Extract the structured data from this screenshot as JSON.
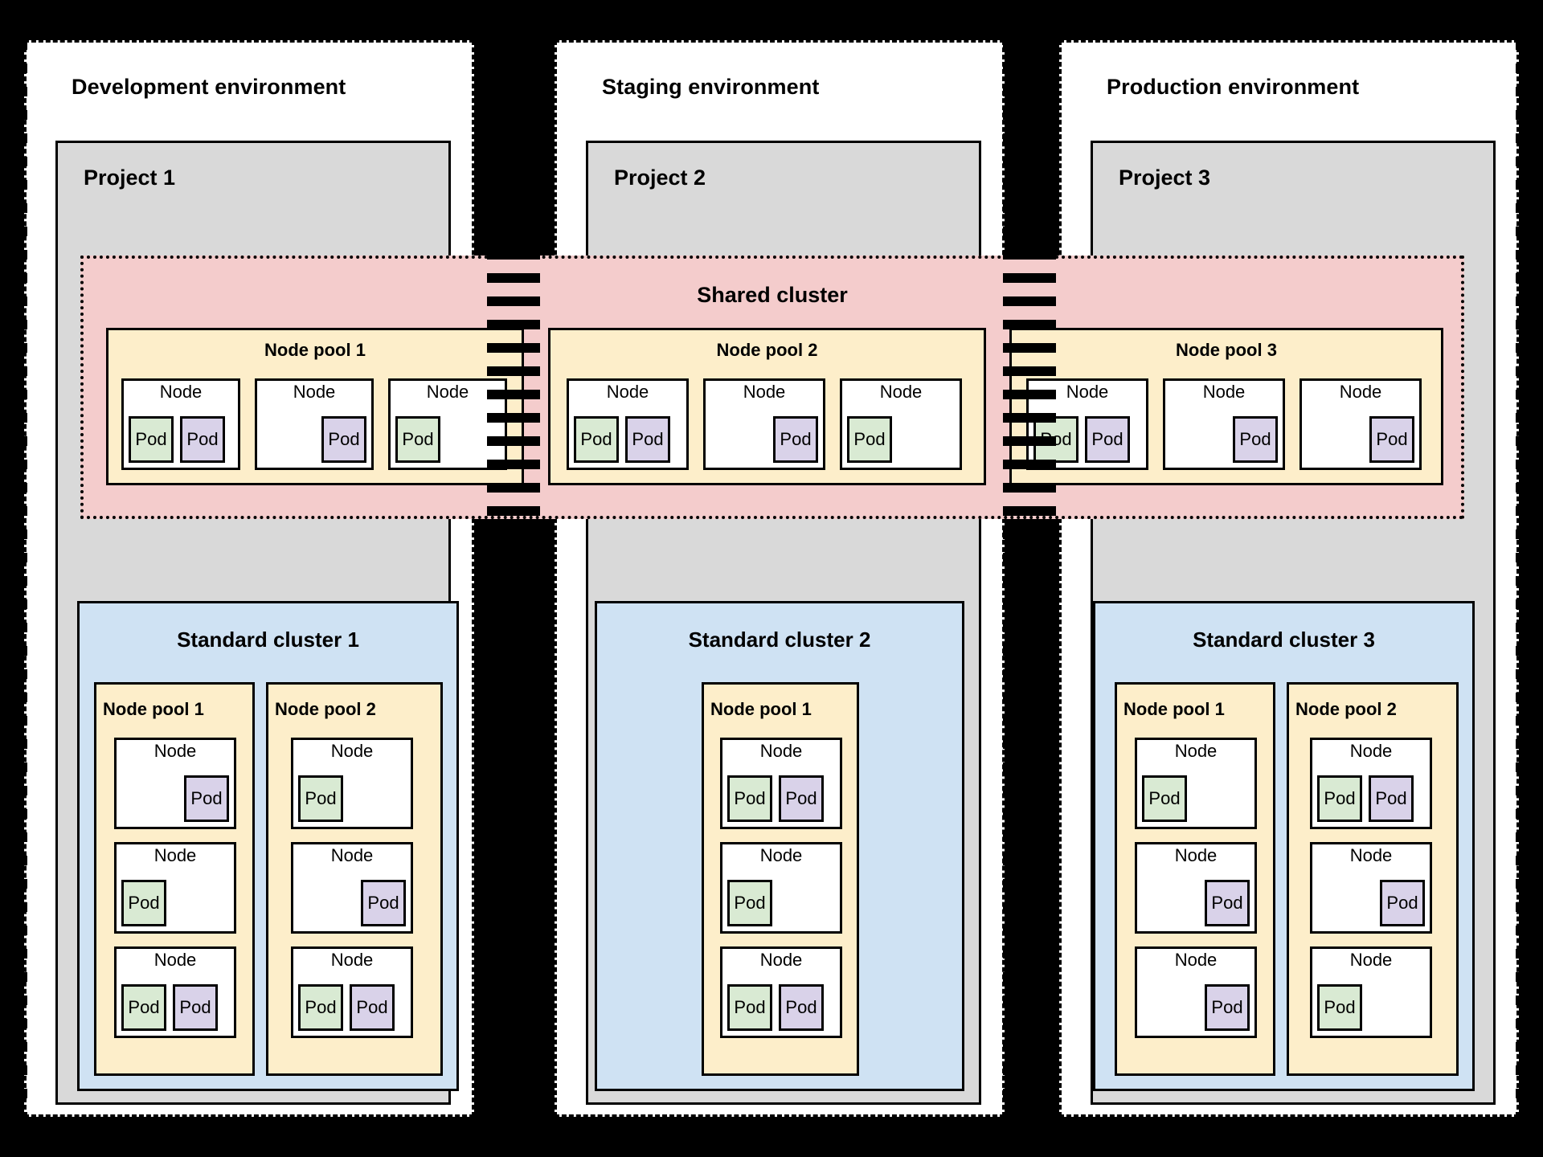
{
  "environments": [
    {
      "title": "Development environment",
      "project": "Project 1"
    },
    {
      "title": "Staging environment",
      "project": "Project 2"
    },
    {
      "title": "Production environment",
      "project": "Project 3"
    }
  ],
  "shared_cluster": {
    "title": "Shared cluster",
    "node_pools": [
      {
        "title": "Node pool 1",
        "nodes": [
          {
            "label": "Node",
            "align": "left",
            "pods": [
              {
                "label": "Pod",
                "color": "green"
              },
              {
                "label": "Pod",
                "color": "purple"
              }
            ]
          },
          {
            "label": "Node",
            "align": "right",
            "pods": [
              {
                "label": "Pod",
                "color": "purple"
              }
            ]
          },
          {
            "label": "Node",
            "align": "left",
            "pods": [
              {
                "label": "Pod",
                "color": "green"
              }
            ]
          }
        ]
      },
      {
        "title": "Node pool 2",
        "nodes": [
          {
            "label": "Node",
            "align": "left",
            "pods": [
              {
                "label": "Pod",
                "color": "green"
              },
              {
                "label": "Pod",
                "color": "purple"
              }
            ]
          },
          {
            "label": "Node",
            "align": "right",
            "pods": [
              {
                "label": "Pod",
                "color": "purple"
              }
            ]
          },
          {
            "label": "Node",
            "align": "left",
            "pods": [
              {
                "label": "Pod",
                "color": "green"
              }
            ]
          }
        ]
      },
      {
        "title": "Node pool 3",
        "nodes": [
          {
            "label": "Node",
            "align": "left",
            "pods": [
              {
                "label": "Pod",
                "color": "green"
              },
              {
                "label": "Pod",
                "color": "purple"
              }
            ]
          },
          {
            "label": "Node",
            "align": "right",
            "pods": [
              {
                "label": "Pod",
                "color": "purple"
              }
            ]
          },
          {
            "label": "Node",
            "align": "right",
            "pods": [
              {
                "label": "Pod",
                "color": "purple"
              }
            ]
          }
        ]
      }
    ]
  },
  "standard_clusters": [
    {
      "title": "Standard cluster 1",
      "node_pools": [
        {
          "title": "Node pool 1",
          "nodes": [
            {
              "label": "Node",
              "align": "right",
              "pods": [
                {
                  "label": "Pod",
                  "color": "purple"
                }
              ]
            },
            {
              "label": "Node",
              "align": "left",
              "pods": [
                {
                  "label": "Pod",
                  "color": "green"
                }
              ]
            },
            {
              "label": "Node",
              "align": "left",
              "pods": [
                {
                  "label": "Pod",
                  "color": "green"
                },
                {
                  "label": "Pod",
                  "color": "purple"
                }
              ]
            }
          ]
        },
        {
          "title": "Node pool 2",
          "nodes": [
            {
              "label": "Node",
              "align": "left",
              "pods": [
                {
                  "label": "Pod",
                  "color": "green"
                }
              ]
            },
            {
              "label": "Node",
              "align": "right",
              "pods": [
                {
                  "label": "Pod",
                  "color": "purple"
                }
              ]
            },
            {
              "label": "Node",
              "align": "left",
              "pods": [
                {
                  "label": "Pod",
                  "color": "green"
                },
                {
                  "label": "Pod",
                  "color": "purple"
                }
              ]
            }
          ]
        }
      ]
    },
    {
      "title": "Standard cluster 2",
      "node_pools": [
        {
          "title": "Node pool 1",
          "nodes": [
            {
              "label": "Node",
              "align": "left",
              "pods": [
                {
                  "label": "Pod",
                  "color": "green"
                },
                {
                  "label": "Pod",
                  "color": "purple"
                }
              ]
            },
            {
              "label": "Node",
              "align": "left",
              "pods": [
                {
                  "label": "Pod",
                  "color": "green"
                }
              ]
            },
            {
              "label": "Node",
              "align": "left",
              "pods": [
                {
                  "label": "Pod",
                  "color": "green"
                },
                {
                  "label": "Pod",
                  "color": "purple"
                }
              ]
            }
          ]
        }
      ]
    },
    {
      "title": "Standard cluster 3",
      "node_pools": [
        {
          "title": "Node pool 1",
          "nodes": [
            {
              "label": "Node",
              "align": "left",
              "pods": [
                {
                  "label": "Pod",
                  "color": "green"
                }
              ]
            },
            {
              "label": "Node",
              "align": "right",
              "pods": [
                {
                  "label": "Pod",
                  "color": "purple"
                }
              ]
            },
            {
              "label": "Node",
              "align": "right",
              "pods": [
                {
                  "label": "Pod",
                  "color": "purple"
                }
              ]
            }
          ]
        },
        {
          "title": "Node pool 2",
          "nodes": [
            {
              "label": "Node",
              "align": "left",
              "pods": [
                {
                  "label": "Pod",
                  "color": "green"
                },
                {
                  "label": "Pod",
                  "color": "purple"
                }
              ]
            },
            {
              "label": "Node",
              "align": "right",
              "pods": [
                {
                  "label": "Pod",
                  "color": "purple"
                }
              ]
            },
            {
              "label": "Node",
              "align": "left",
              "pods": [
                {
                  "label": "Pod",
                  "color": "green"
                }
              ]
            }
          ]
        }
      ]
    }
  ],
  "colors": {
    "shared_cluster_bg": "#f4cccc",
    "node_pool_bg": "#fdeeca",
    "standard_cluster_bg": "#cfe2f3",
    "project_bg": "#d9d9d9",
    "pod_green": "#d9ead3",
    "pod_purple": "#d9d2e9",
    "border": "#000000",
    "page_bg": "#000000"
  }
}
